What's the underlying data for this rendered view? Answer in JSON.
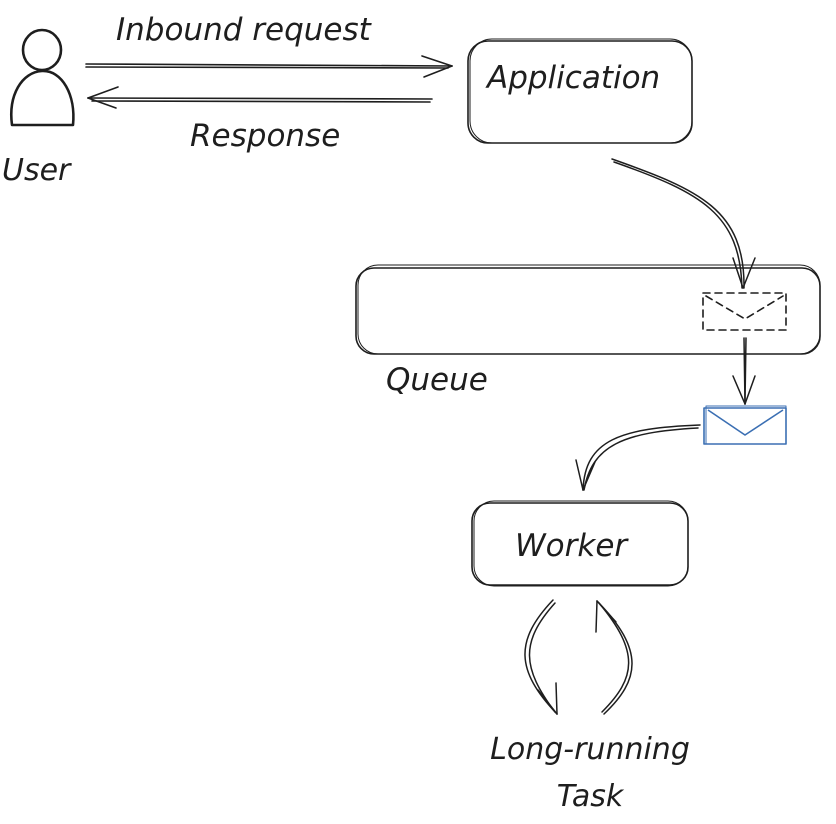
{
  "labels": {
    "user": "User",
    "inbound": "Inbound request",
    "response": "Response",
    "application": "Application",
    "queue": "Queue",
    "worker": "Worker",
    "task_line1": "Long-running",
    "task_line2": "Task"
  },
  "colors": {
    "ink": "#1e1e1e",
    "message": "#3b6fb3",
    "background": "#ffffff"
  },
  "icons": {
    "user": "person-icon",
    "queued_message": "envelope-icon",
    "dequeued_message": "envelope-icon"
  }
}
